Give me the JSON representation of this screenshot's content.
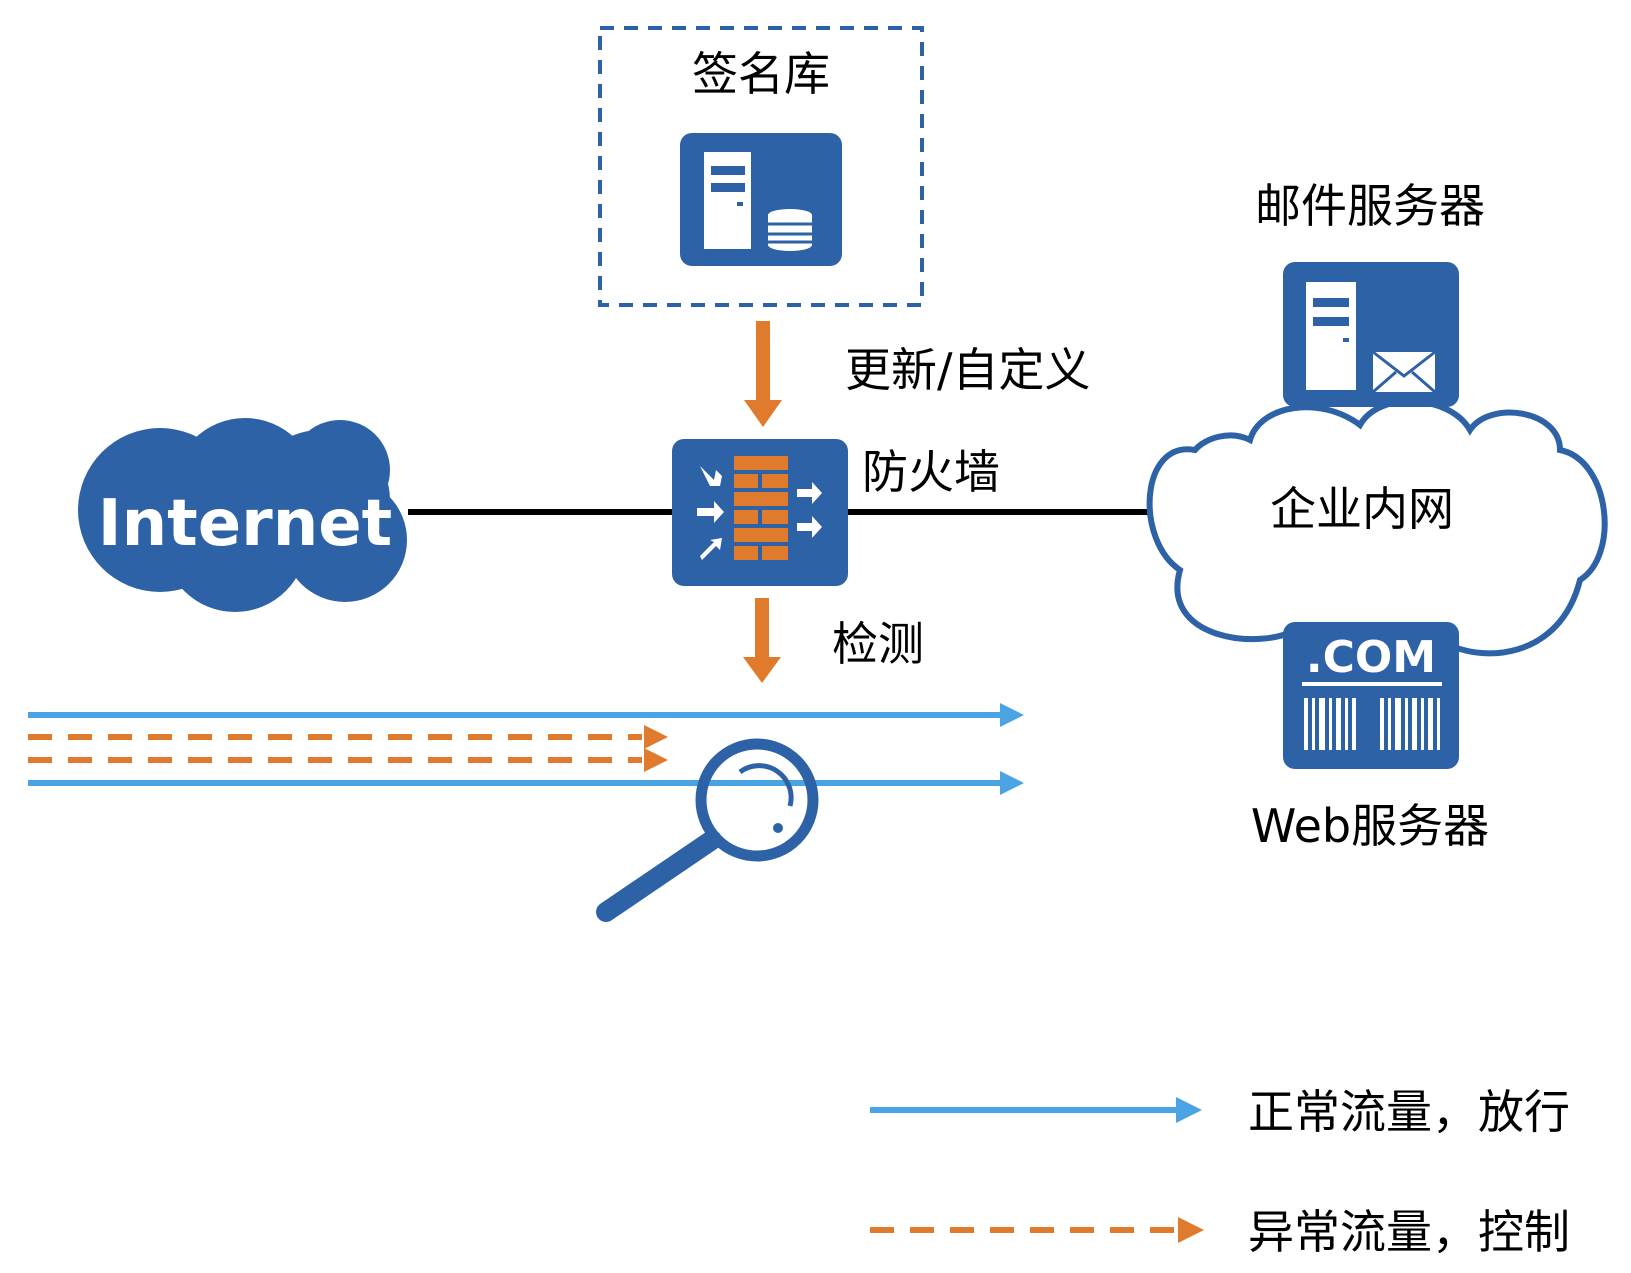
{
  "labels": {
    "signature_db": "签名库",
    "update_custom": "更新/自定义",
    "firewall": "防火墙",
    "detect": "检测",
    "internet": "Internet",
    "intranet": "企业内网",
    "mail_server": "邮件服务器",
    "web_server": "Web服务器",
    "com_text": ".COM"
  },
  "legend": {
    "normal": "正常流量，放行",
    "abnormal": "异常流量，控制"
  },
  "colors": {
    "primary_blue": "#2e62a6",
    "normal_traffic": "#4aa3e3",
    "abnormal_traffic": "#e07a2c",
    "link": "#000000"
  },
  "icons": {
    "signature_server": "server-database-icon",
    "firewall": "firewall-icon",
    "mail_server": "server-mail-icon",
    "web_server": "web-server-icon",
    "inspection": "magnifier-icon"
  }
}
